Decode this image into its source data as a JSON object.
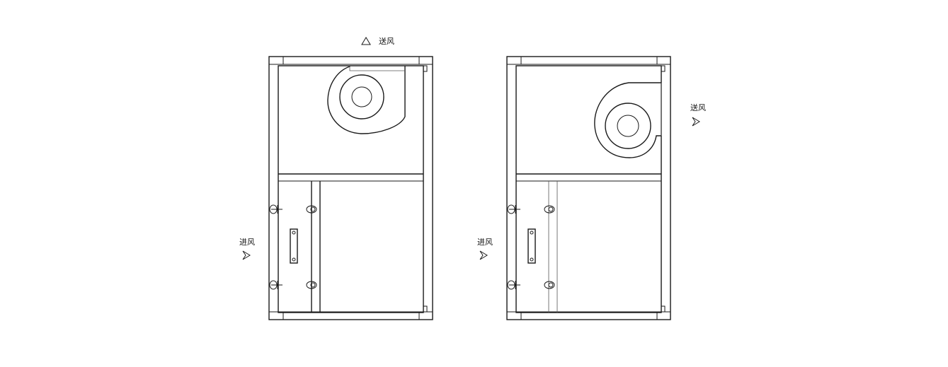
{
  "labels": {
    "supply_air": "送风",
    "return_air_left": "进风",
    "return_air_right": "进风",
    "supply_air_right": "送风"
  },
  "icons": {
    "arrow_up": "triangle-arrow-up-icon",
    "arrow_right": "chevron-arrow-right-icon"
  }
}
